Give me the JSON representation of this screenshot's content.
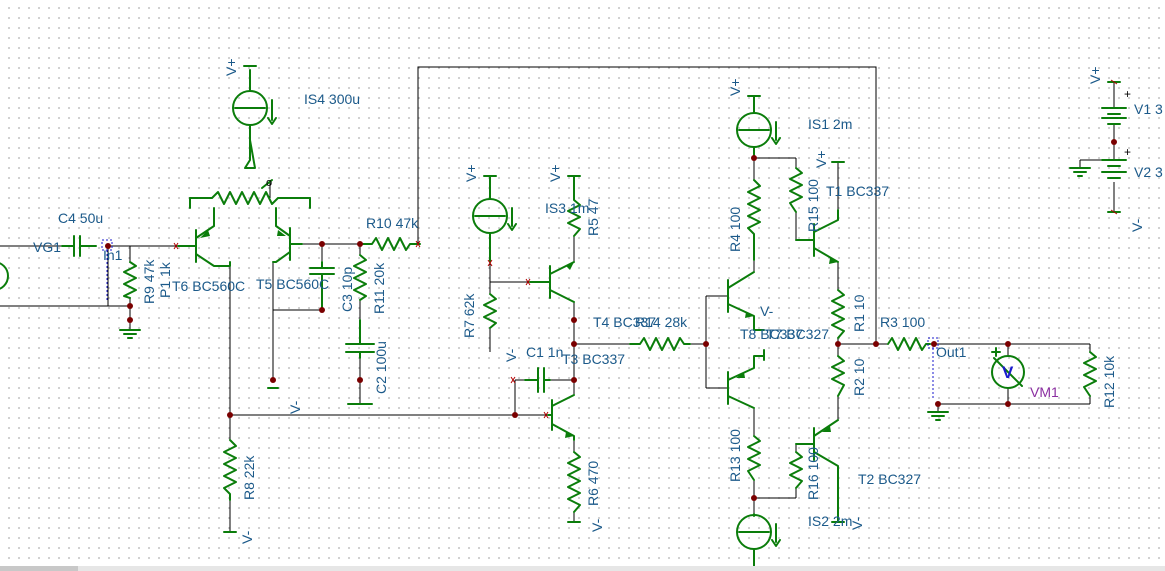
{
  "components": {
    "IS4": "IS4 300u",
    "IS1": "IS1 2m",
    "IS2": "IS2 2m",
    "IS3": "IS3 1m",
    "C4": "C4 50u",
    "VG1": "VG1",
    "In1": "In1",
    "R9": "R9 47k",
    "P1": "P1 1k",
    "T6": "T6 BC560C",
    "T5": "T5 BC560C",
    "R10": "R10 47k",
    "R11": "R11 20k",
    "C3": "C3 10p",
    "C2": "C2 100u",
    "R5": "R5 47",
    "R7": "R7 62k",
    "T4": "T4 BC337",
    "R14": "R14 28k",
    "C1": "C1 1n",
    "T3": "T3 BC337",
    "R6": "R6 470",
    "R8": "R8 22k",
    "R4": "R4 100",
    "R15": "R15 100",
    "T1": "T1 BC337",
    "T8": "T8 BC337",
    "T7": "T7 BC327",
    "R1": "R1 10",
    "R2": "R2 10",
    "R3": "R3 100",
    "Out1": "Out1",
    "R13": "R13 100",
    "R16": "R16 100",
    "T2": "T2 BC327",
    "VM1": "VM1",
    "R12": "R12 10k",
    "V1": "V1 3",
    "V2": "V2 3"
  },
  "symbols": {
    "vplus": "V+",
    "vminus": "V-",
    "plus": "+",
    "meter": "V",
    "pot_marker": "o"
  }
}
